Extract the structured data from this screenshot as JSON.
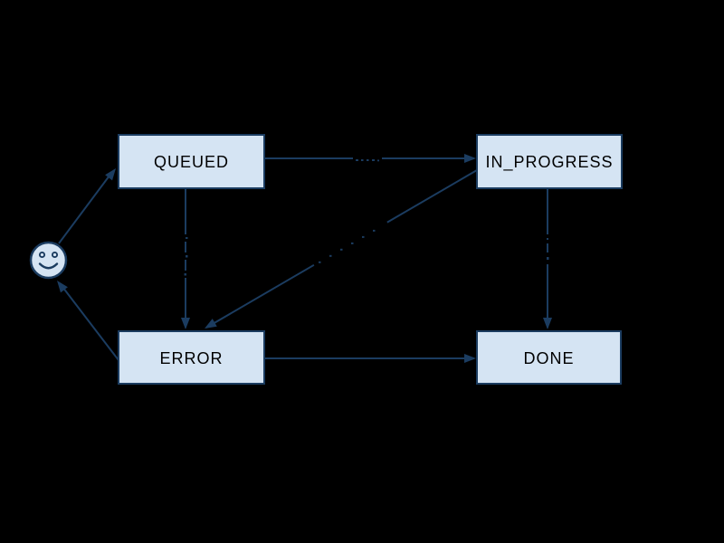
{
  "diagram": {
    "type": "state-diagram",
    "colors": {
      "background": "#000000",
      "node_fill": "#d5e4f3",
      "node_border": "#1b3c60",
      "node_text": "#000000",
      "edge": "#1b3c60"
    },
    "nodes": {
      "start": {
        "icon": "smiley-face-icon",
        "label": ""
      },
      "queued": {
        "label": "QUEUED"
      },
      "in_progress": {
        "label": "IN_PROGRESS"
      },
      "error": {
        "label": "ERROR"
      },
      "done": {
        "label": "DONE"
      }
    },
    "edges": [
      {
        "from": "start",
        "to": "queued"
      },
      {
        "from": "queued",
        "to": "in_progress"
      },
      {
        "from": "queued",
        "to": "error"
      },
      {
        "from": "in_progress",
        "to": "error"
      },
      {
        "from": "in_progress",
        "to": "done"
      },
      {
        "from": "error",
        "to": "done"
      },
      {
        "from": "error",
        "to": "start"
      }
    ]
  }
}
